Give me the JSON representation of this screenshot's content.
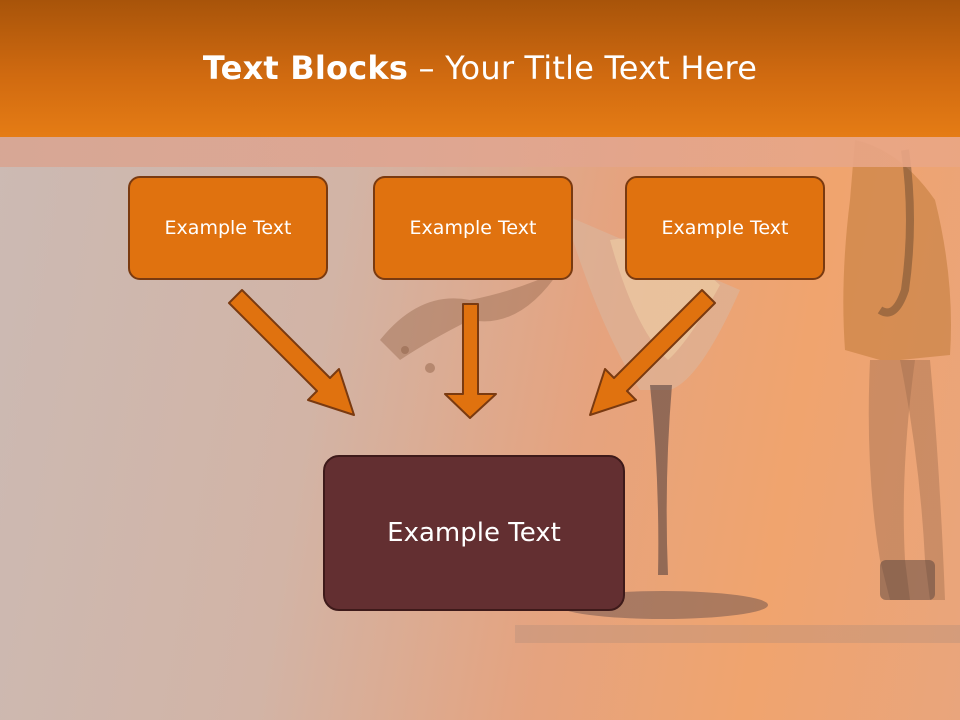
{
  "slide": {
    "title_bold": "Text Blocks",
    "title_dash": " – ",
    "title_rest": "Your Title Text Here"
  },
  "blocks": {
    "top_left": "Example Text",
    "top_center": "Example Text",
    "top_right": "Example Text",
    "bottom": "Example Text"
  },
  "decor": {
    "photo_description_icon": "martini-glass-and-saxophonist-icon",
    "arrow_icon": "arrow-down-icon"
  },
  "colors": {
    "title_bar": "#d06a10",
    "block_fill": "#e0720f",
    "block_border": "#7a3a10",
    "main_block_fill": "#632f31",
    "arrow_fill": "#e0720f"
  }
}
